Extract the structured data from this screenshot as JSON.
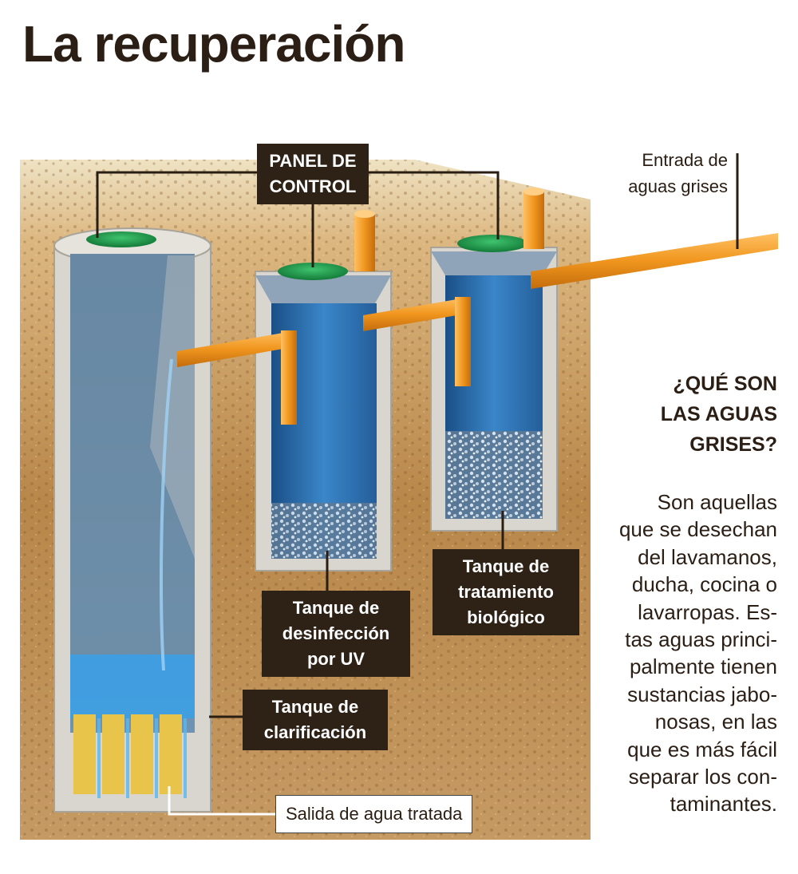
{
  "title": "La recuperación",
  "labels": {
    "panel_control": "PANEL DE\nCONTROL",
    "entrada": "Entrada de\naguas grises",
    "tanque_biologico": "Tanque de\ntratamiento\nbiológico",
    "tanque_uv": "Tanque de\ndesinfección\npor UV",
    "tanque_clarificacion": "Tanque de\nclarificación",
    "salida": "Salida de agua tratada"
  },
  "sidebar": {
    "heading": "¿QUÉ SON\nLAS AGUAS\nGRISES?",
    "body": "Son aquellas\nque se desechan\ndel lavamanos,\nducha, cocina o\nlavarropas. Es-\ntas aguas princi-\npalmente tienen\nsustancias jabo-\nnosas, en las\nque es más fácil\nseparar los con-\ntaminantes."
  },
  "colors": {
    "soil": "#b98a4e",
    "water": "#2f7fc4",
    "pipe": "#f0961e",
    "lid": "#1f9a4a",
    "concrete": "#d9d6cf",
    "label_bg": "#2e2217"
  }
}
